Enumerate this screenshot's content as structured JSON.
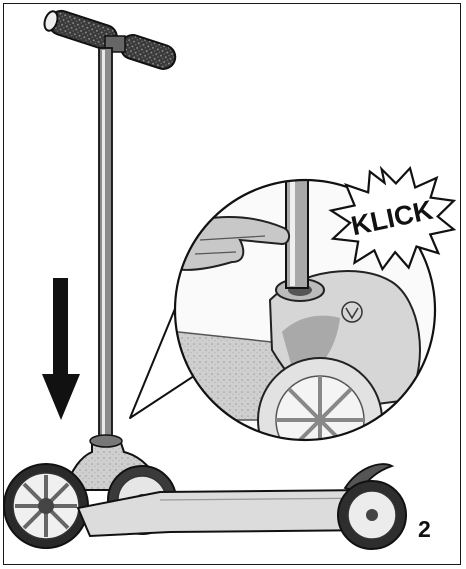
{
  "figure": {
    "step_number": "2",
    "callout_text": "KLICK",
    "direction": "down"
  }
}
